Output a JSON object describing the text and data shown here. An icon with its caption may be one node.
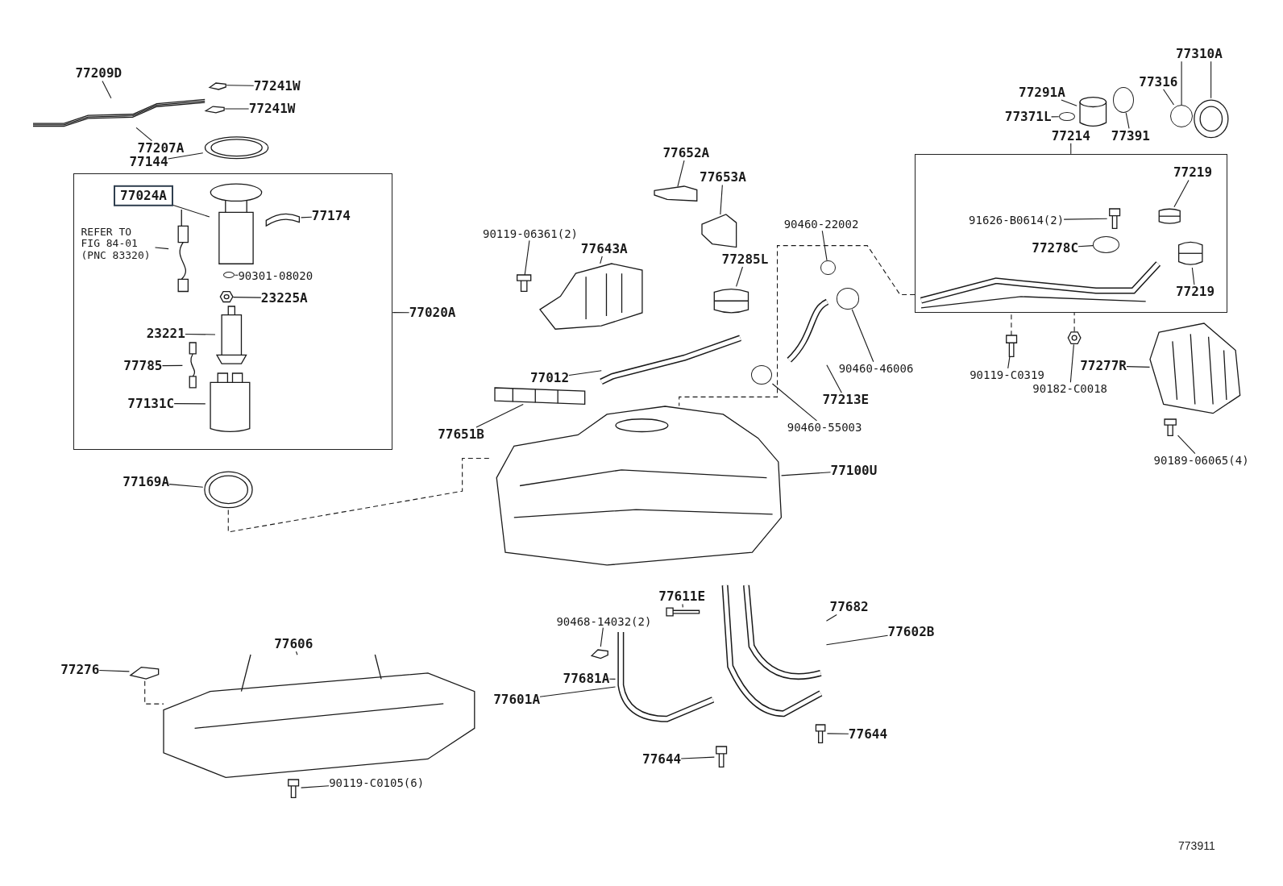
{
  "diagram": {
    "nodes": [
      {
        "text": [],
        "shape": "box"
      },
      {
        "text": [],
        "shape": "box"
      },
      {
        "text": [
          "77209D"
        ]
      },
      {
        "text": [
          "77207A"
        ]
      },
      {
        "text": [
          "77144"
        ]
      },
      {
        "text": [
          "77241W"
        ]
      },
      {
        "text": [
          "77241W"
        ]
      },
      {
        "text": [
          "77024A"
        ],
        "in": 0
      },
      {
        "text": [
          "REFER TO FIG 84-01 (PNC 83320)"
        ],
        "in": 0
      },
      {
        "text": [
          "77174"
        ],
        "in": 0
      },
      {
        "text": [
          "90301-08020"
        ],
        "in": 0
      },
      {
        "text": [
          "23225A"
        ],
        "in": 0
      },
      {
        "text": [
          "23221"
        ],
        "in": 0
      },
      {
        "text": [
          "77785"
        ],
        "in": 0
      },
      {
        "text": [
          "77131C"
        ],
        "in": 0
      },
      {
        "text": [
          "77020A"
        ]
      },
      {
        "text": [
          "77169A"
        ]
      },
      {
        "text": [
          "77652A"
        ]
      },
      {
        "text": [
          "77653A"
        ]
      },
      {
        "text": [
          "90119-06361(2)"
        ]
      },
      {
        "text": [
          "77643A"
        ]
      },
      {
        "text": [
          "77285L"
        ]
      },
      {
        "text": [
          "90460-22002"
        ]
      },
      {
        "text": [
          "77012"
        ]
      },
      {
        "text": [
          "77651B"
        ]
      },
      {
        "text": [
          "77100U"
        ]
      },
      {
        "text": [
          "90460-46006"
        ]
      },
      {
        "text": [
          "77213E"
        ]
      },
      {
        "text": [
          "90460-55003"
        ]
      },
      {
        "text": [
          "77310A"
        ]
      },
      {
        "text": [
          "77291A"
        ]
      },
      {
        "text": [
          "77316"
        ]
      },
      {
        "text": [
          "77371L"
        ]
      },
      {
        "text": [
          "77391"
        ]
      },
      {
        "text": [
          "77214"
        ]
      },
      {
        "text": [
          "77219"
        ],
        "in": 1
      },
      {
        "text": [
          "91626-B0614(2)"
        ],
        "in": 1
      },
      {
        "text": [
          "77278C"
        ],
        "in": 1
      },
      {
        "text": [
          "77219"
        ],
        "in": 1
      },
      {
        "text": [
          "90119-C0319"
        ]
      },
      {
        "text": [
          "77277R"
        ]
      },
      {
        "text": [
          "90182-C0018"
        ]
      },
      {
        "text": [
          "90189-06065(4)"
        ]
      },
      {
        "text": [
          "77611E"
        ]
      },
      {
        "text": [
          "90468-14032(2)"
        ]
      },
      {
        "text": [
          "77682"
        ]
      },
      {
        "text": [
          "77602B"
        ]
      },
      {
        "text": [
          "77681A"
        ]
      },
      {
        "text": [
          "77601A"
        ]
      },
      {
        "text": [
          "77644"
        ]
      },
      {
        "text": [
          "77644"
        ]
      },
      {
        "text": [
          "77606"
        ]
      },
      {
        "text": [
          "77276"
        ]
      },
      {
        "text": [
          "90119-C0105(6)"
        ]
      },
      {
        "text": [],
        "shape": "picture"
      },
      {
        "text": [],
        "shape": "picture"
      },
      {
        "text": [],
        "shape": "picture"
      },
      {
        "text": [],
        "shape": "picture"
      },
      {
        "text": [],
        "shape": "picture",
        "in": 0
      },
      {
        "text": [],
        "shape": "picture",
        "in": 0
      },
      {
        "text": [],
        "shape": "picture",
        "in": 0
      },
      {
        "text": [],
        "shape": "circle",
        "in": 0
      },
      {
        "text": [],
        "shape": "picture",
        "in": 0
      },
      {
        "text": [],
        "shape": "picture",
        "in": 0
      },
      {
        "text": [],
        "shape": "picture",
        "in": 0
      },
      {
        "text": [],
        "shape": "picture",
        "in": 0
      },
      {
        "text": [],
        "shape": "picture"
      },
      {
        "text": [],
        "shape": "picture"
      },
      {
        "text": [],
        "shape": "picture"
      },
      {
        "text": [],
        "shape": "picture"
      },
      {
        "text": [],
        "shape": "picture"
      },
      {
        "text": [],
        "shape": "picture"
      },
      {
        "text": [],
        "shape": "circle"
      },
      {
        "text": [],
        "shape": "picture"
      },
      {
        "text": [],
        "shape": "picture"
      },
      {
        "text": [],
        "shape": "picture"
      },
      {
        "text": [],
        "shape": "circle"
      },
      {
        "text": [],
        "shape": "picture"
      },
      {
        "text": [],
        "shape": "circle"
      },
      {
        "text": [],
        "shape": "circle"
      },
      {
        "text": [],
        "shape": "picture"
      },
      {
        "text": [],
        "shape": "picture"
      },
      {
        "text": [],
        "shape": "circle"
      },
      {
        "text": [],
        "shape": "circle"
      },
      {
        "text": [],
        "shape": "picture",
        "in": 1
      },
      {
        "text": [],
        "shape": "picture",
        "in": 1
      },
      {
        "text": [],
        "shape": "picture",
        "in": 1
      },
      {
        "text": [],
        "shape": "circle",
        "in": 1
      },
      {
        "text": [],
        "shape": "picture",
        "in": 1
      },
      {
        "text": [],
        "shape": "picture"
      },
      {
        "text": [],
        "shape": "picture"
      },
      {
        "text": [],
        "shape": "picture"
      },
      {
        "text": [],
        "shape": "picture"
      },
      {
        "text": [],
        "shape": "picture"
      },
      {
        "text": [],
        "shape": "picture"
      },
      {
        "text": [],
        "shape": "picture"
      },
      {
        "text": [],
        "shape": "picture"
      },
      {
        "text": [],
        "shape": "picture"
      },
      {
        "text": [],
        "shape": "picture"
      },
      {
        "text": [],
        "shape": "picture"
      },
      {
        "text": [],
        "shape": "picture"
      },
      {
        "text": [],
        "shape": "picture"
      }
    ],
    "edges": [
      {
        "from": 2,
        "to": 54,
        "arrow": "none"
      },
      {
        "from": 3,
        "to": 54,
        "arrow": "none"
      },
      {
        "from": 4,
        "to": 55,
        "arrow": "none"
      },
      {
        "from": 5,
        "to": 56,
        "arrow": "none"
      },
      {
        "from": 6,
        "to": 57,
        "arrow": "none"
      },
      {
        "from": 7,
        "to": 58,
        "arrow": "none"
      },
      {
        "from": 8,
        "to": 59,
        "arrow": "none"
      },
      {
        "from": 9,
        "to": 60,
        "arrow": "none"
      },
      {
        "from": 10,
        "to": 61,
        "arrow": "none"
      },
      {
        "from": 11,
        "to": 62,
        "arrow": "none"
      },
      {
        "from": 12,
        "to": 63,
        "arrow": "none"
      },
      {
        "from": 13,
        "to": 64,
        "arrow": "none"
      },
      {
        "from": 14,
        "to": 65,
        "arrow": "none"
      },
      {
        "from": 15,
        "to": 0,
        "arrow": "none"
      },
      {
        "from": 16,
        "to": 66,
        "arrow": "none"
      },
      {
        "from": 17,
        "to": 67,
        "arrow": "none"
      },
      {
        "from": 18,
        "to": 68,
        "arrow": "none"
      },
      {
        "from": 19,
        "to": 69,
        "arrow": "none"
      },
      {
        "from": 20,
        "to": 70,
        "arrow": "none"
      },
      {
        "from": 21,
        "to": 71,
        "arrow": "none"
      },
      {
        "from": 22,
        "to": 72,
        "arrow": "none"
      },
      {
        "from": 23,
        "to": 73,
        "arrow": "none"
      },
      {
        "from": 24,
        "to": 74,
        "arrow": "none"
      },
      {
        "from": 25,
        "to": 75,
        "arrow": "none"
      },
      {
        "from": 26,
        "to": 76,
        "arrow": "none"
      },
      {
        "from": 27,
        "to": 77,
        "arrow": "none"
      },
      {
        "from": 28,
        "to": 78,
        "arrow": "none"
      },
      {
        "from": 29,
        "to": 79,
        "arrow": "none"
      },
      {
        "from": 29,
        "to": 80,
        "arrow": "none"
      },
      {
        "from": 30,
        "to": 81,
        "arrow": "none"
      },
      {
        "from": 31,
        "to": 79,
        "arrow": "none"
      },
      {
        "from": 32,
        "to": 82,
        "arrow": "none"
      },
      {
        "from": 33,
        "to": 83,
        "arrow": "none"
      },
      {
        "from": 34,
        "to": 1,
        "arrow": "none"
      },
      {
        "from": 35,
        "to": 85,
        "arrow": "none"
      },
      {
        "from": 36,
        "to": 86,
        "arrow": "none"
      },
      {
        "from": 37,
        "to": 87,
        "arrow": "none"
      },
      {
        "from": 38,
        "to": 88,
        "arrow": "none"
      },
      {
        "from": 39,
        "to": 89,
        "arrow": "none"
      },
      {
        "from": 40,
        "to": 91,
        "arrow": "none"
      },
      {
        "from": 41,
        "to": 90,
        "arrow": "none"
      },
      {
        "from": 42,
        "to": 92,
        "arrow": "none"
      },
      {
        "from": 43,
        "to": 93,
        "arrow": "none"
      },
      {
        "from": 44,
        "to": 94,
        "arrow": "none"
      },
      {
        "from": 45,
        "to": 96,
        "arrow": "none"
      },
      {
        "from": 46,
        "to": 96,
        "arrow": "none"
      },
      {
        "from": 47,
        "to": 95,
        "arrow": "none"
      },
      {
        "from": 48,
        "to": 95,
        "arrow": "none"
      },
      {
        "from": 49,
        "to": 97,
        "arrow": "none"
      },
      {
        "from": 50,
        "to": 98,
        "arrow": "none"
      },
      {
        "from": 51,
        "to": 99,
        "arrow": "none"
      },
      {
        "from": 52,
        "to": 100,
        "arrow": "none"
      },
      {
        "from": 53,
        "to": 101,
        "arrow": "none"
      },
      {
        "from": 66,
        "to": 75,
        "arrow": "none",
        "style": "dashed"
      },
      {
        "from": 1,
        "to": 75,
        "arrow": "none",
        "style": "dashed"
      },
      {
        "from": 89,
        "to": 1,
        "arrow": "none",
        "style": "dashed"
      },
      {
        "from": 90,
        "to": 1,
        "arrow": "none",
        "style": "dashed"
      },
      {
        "from": 100,
        "to": 99,
        "arrow": "none",
        "style": "dashed"
      }
    ],
    "labels": [
      "773911"
    ]
  }
}
